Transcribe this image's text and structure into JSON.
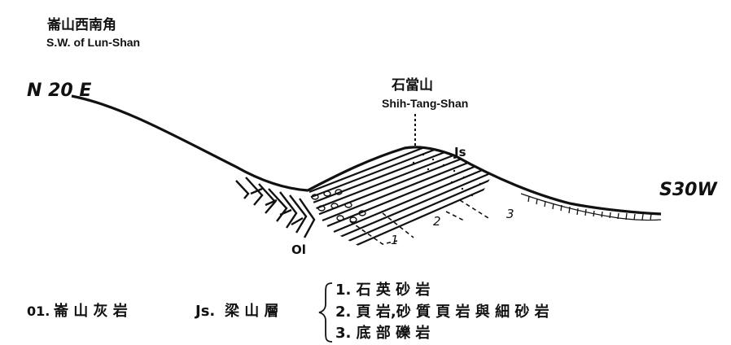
{
  "location": {
    "title_cn": "崙山西南角",
    "title_en": "S.W. of Lun-Shan"
  },
  "directions": {
    "left": "N 20 E",
    "right": "S30W"
  },
  "peak": {
    "name_cn": "石當山",
    "name_en": "Shih-Tang-Shan"
  },
  "unit_labels": {
    "js": "Js",
    "ol": "Ol",
    "n1": "1",
    "n2": "2",
    "n3": "3"
  },
  "legend": {
    "ol_code": "01.",
    "ol_name": "崙 山 灰 岩",
    "js_code": "Js.",
    "js_name": "梁 山 層",
    "items": [
      "1. 石 英 砂 岩",
      "2. 頁 岩,砂 質 頁 岩 與 細 砂 岩",
      "3. 底 部 礫 岩"
    ]
  }
}
